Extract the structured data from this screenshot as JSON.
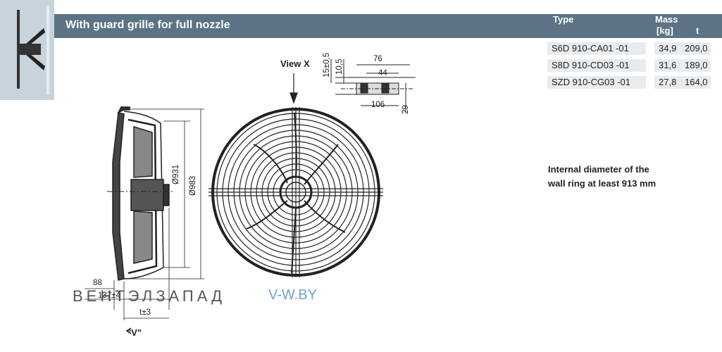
{
  "header": {
    "title": "With guard grille for full nozzle",
    "col_type": "Type",
    "col_mass": "Mass",
    "col_mass_unit": "[kg]",
    "col_t": "t",
    "color": "#5b7384"
  },
  "table": {
    "rows": [
      {
        "type": "S6D 910-CA01 -01",
        "mass": "34,9",
        "t": "209,0"
      },
      {
        "type": "S8D 910-CD03 -01",
        "mass": "31,6",
        "t": "189,0"
      },
      {
        "type": "SZD 910-CG03 -01",
        "mass": "27,8",
        "t": "164,0"
      }
    ]
  },
  "note": {
    "line1": "Internal diameter of the",
    "line2": "wall ring at least 913 mm"
  },
  "drawing": {
    "view_x": "View X",
    "view_v": "\"V\"",
    "dims": {
      "d931": "Ø931",
      "d983": "Ø983",
      "d88": "88",
      "d137": "137±4",
      "dt": "t±3",
      "d15": "15±0,5",
      "d10": "10,5",
      "d76": "76",
      "d44": "44",
      "d106": "106",
      "d29": "29"
    }
  },
  "watermark": {
    "brand": "ВЕНТЭЛЗАПАД",
    "site": "V-W.BY"
  }
}
